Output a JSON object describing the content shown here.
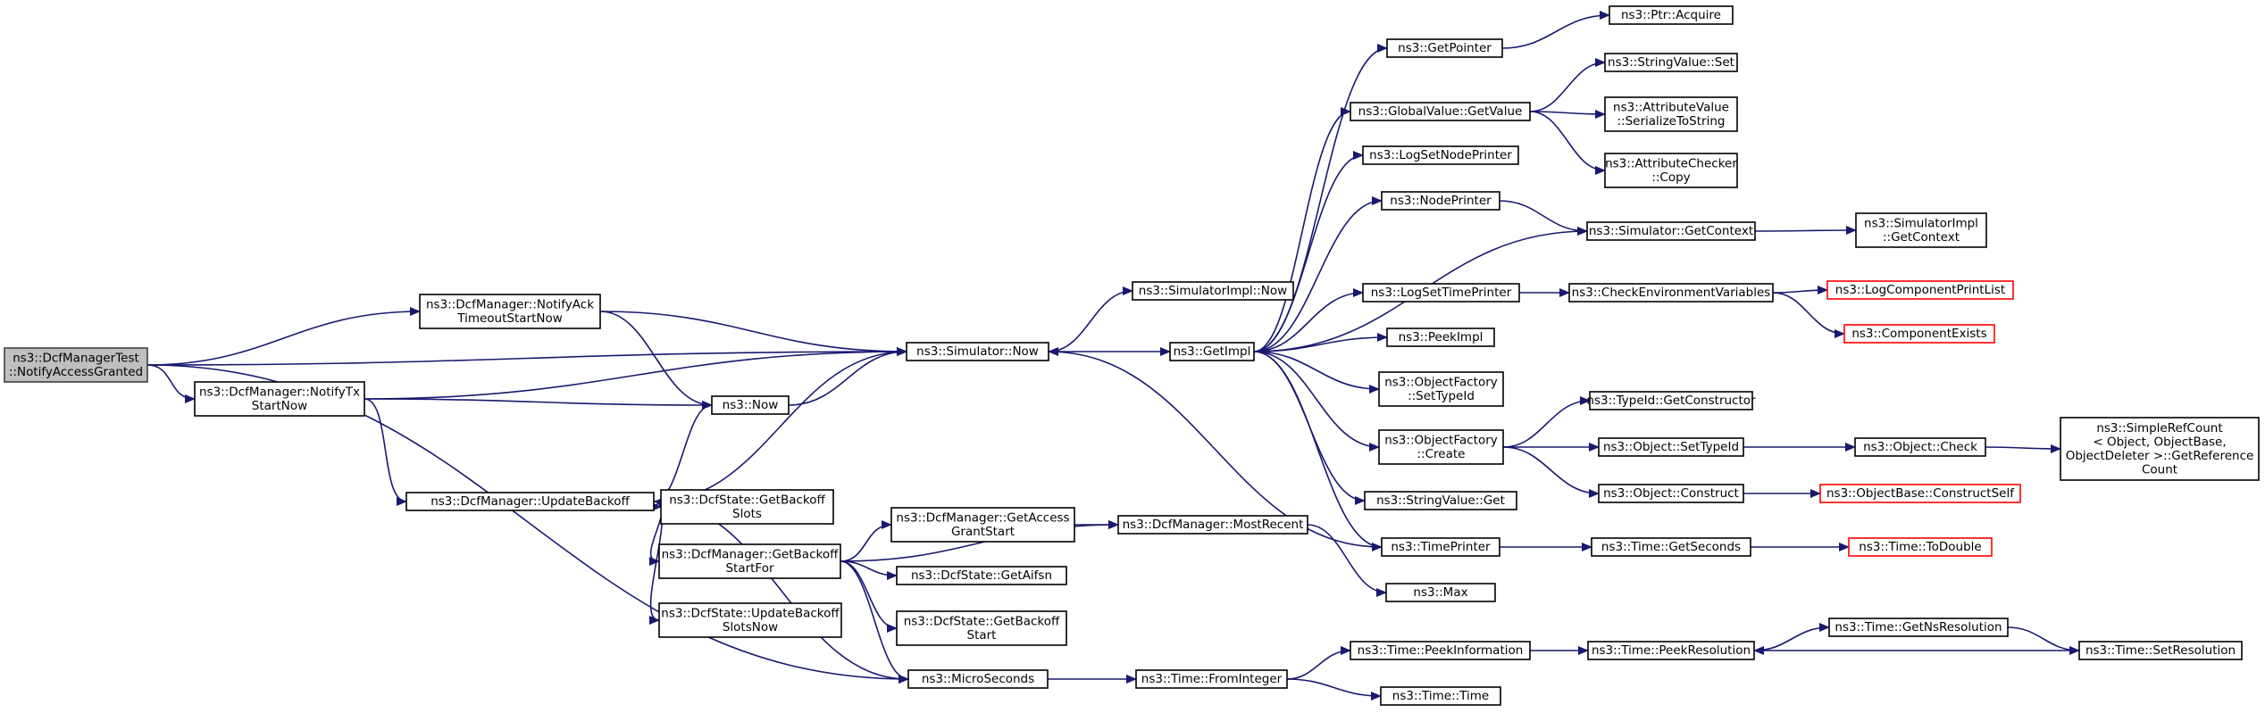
{
  "colors": {
    "edge": "#191970",
    "node_border": "#000000",
    "root_fill": "#bfbfbf",
    "truncated_border": "#ff0000"
  },
  "nodes": [
    {
      "id": "root",
      "lines": [
        "ns3::DcfManagerTest",
        "::NotifyAccessGranted"
      ],
      "style": "root"
    },
    {
      "id": "notifyAck",
      "lines": [
        "ns3::DcfManager::NotifyAck",
        "TimeoutStartNow"
      ]
    },
    {
      "id": "notifyTx",
      "lines": [
        "ns3::DcfManager::NotifyTx",
        "StartNow"
      ]
    },
    {
      "id": "updateBackoff",
      "lines": [
        "ns3::DcfManager::UpdateBackoff"
      ]
    },
    {
      "id": "simNow",
      "lines": [
        "ns3::Simulator::Now"
      ]
    },
    {
      "id": "now",
      "lines": [
        "ns3::Now"
      ]
    },
    {
      "id": "getBackoffSlots",
      "lines": [
        "ns3::DcfState::GetBackoff",
        "Slots"
      ]
    },
    {
      "id": "getBackoffStartFor",
      "lines": [
        "ns3::DcfManager::GetBackoff",
        "StartFor"
      ]
    },
    {
      "id": "updateBackoffSlotsNow",
      "lines": [
        "ns3::DcfState::UpdateBackoff",
        "SlotsNow"
      ]
    },
    {
      "id": "microSeconds",
      "lines": [
        "ns3::MicroSeconds"
      ]
    },
    {
      "id": "getAccessGrantStart",
      "lines": [
        "ns3::DcfManager::GetAccess",
        "GrantStart"
      ]
    },
    {
      "id": "getAifsn",
      "lines": [
        "ns3::DcfState::GetAifsn"
      ]
    },
    {
      "id": "getBackoffStart",
      "lines": [
        "ns3::DcfState::GetBackoff",
        "Start"
      ]
    },
    {
      "id": "mostRecent",
      "lines": [
        "ns3::DcfManager::MostRecent"
      ]
    },
    {
      "id": "simImplNow",
      "lines": [
        "ns3::SimulatorImpl::Now"
      ]
    },
    {
      "id": "getImpl",
      "lines": [
        "ns3::GetImpl"
      ]
    },
    {
      "id": "fromInteger",
      "lines": [
        "ns3::Time::FromInteger"
      ]
    },
    {
      "id": "getPointer",
      "lines": [
        "ns3::GetPointer"
      ]
    },
    {
      "id": "globalValueGet",
      "lines": [
        "ns3::GlobalValue::GetValue"
      ]
    },
    {
      "id": "logSetNodePrinter",
      "lines": [
        "ns3::LogSetNodePrinter"
      ]
    },
    {
      "id": "nodePrinter",
      "lines": [
        "ns3::NodePrinter"
      ]
    },
    {
      "id": "logSetTimePrinter",
      "lines": [
        "ns3::LogSetTimePrinter"
      ]
    },
    {
      "id": "peekImpl",
      "lines": [
        "ns3::PeekImpl"
      ]
    },
    {
      "id": "ofSetTypeId",
      "lines": [
        "ns3::ObjectFactory",
        "::SetTypeId"
      ]
    },
    {
      "id": "ofCreate",
      "lines": [
        "ns3::ObjectFactory",
        "::Create"
      ]
    },
    {
      "id": "stringValueGet",
      "lines": [
        "ns3::StringValue::Get"
      ]
    },
    {
      "id": "timePrinter",
      "lines": [
        "ns3::TimePrinter"
      ]
    },
    {
      "id": "max",
      "lines": [
        "ns3::Max"
      ]
    },
    {
      "id": "peekInformation",
      "lines": [
        "ns3::Time::PeekInformation"
      ]
    },
    {
      "id": "timeTime",
      "lines": [
        "ns3::Time::Time"
      ]
    },
    {
      "id": "ptrAcquire",
      "lines": [
        "ns3::Ptr::Acquire"
      ]
    },
    {
      "id": "stringValueSet",
      "lines": [
        "ns3::StringValue::Set"
      ]
    },
    {
      "id": "avSerialize",
      "lines": [
        "ns3::AttributeValue",
        "::SerializeToString"
      ]
    },
    {
      "id": "acCopy",
      "lines": [
        "ns3::AttributeChecker",
        "::Copy"
      ]
    },
    {
      "id": "simGetContext",
      "lines": [
        "ns3::Simulator::GetContext"
      ]
    },
    {
      "id": "checkEnv",
      "lines": [
        "ns3::CheckEnvironmentVariables"
      ]
    },
    {
      "id": "typeIdGetCtor",
      "lines": [
        "ns3::TypeId::GetConstructor"
      ]
    },
    {
      "id": "objSetTypeId",
      "lines": [
        "ns3::Object::SetTypeId"
      ]
    },
    {
      "id": "objConstruct",
      "lines": [
        "ns3::Object::Construct"
      ]
    },
    {
      "id": "getSeconds",
      "lines": [
        "ns3::Time::GetSeconds"
      ]
    },
    {
      "id": "peekResolution",
      "lines": [
        "ns3::Time::PeekResolution"
      ]
    },
    {
      "id": "simImplGetContext",
      "lines": [
        "ns3::SimulatorImpl",
        "::GetContext"
      ]
    },
    {
      "id": "logCompPrintList",
      "lines": [
        "ns3::LogComponentPrintList"
      ],
      "style": "red"
    },
    {
      "id": "componentExists",
      "lines": [
        "ns3::ComponentExists"
      ],
      "style": "red"
    },
    {
      "id": "objCheck",
      "lines": [
        "ns3::Object::Check"
      ]
    },
    {
      "id": "objBaseConstructSelf",
      "lines": [
        "ns3::ObjectBase::ConstructSelf"
      ],
      "style": "red"
    },
    {
      "id": "toDouble",
      "lines": [
        "ns3::Time::ToDouble"
      ],
      "style": "red"
    },
    {
      "id": "getNsResolution",
      "lines": [
        "ns3::Time::GetNsResolution"
      ]
    },
    {
      "id": "setResolution",
      "lines": [
        "ns3::Time::SetResolution"
      ]
    },
    {
      "id": "getRefCount",
      "lines": [
        "ns3::SimpleRefCount",
        "< Object, ObjectBase,",
        "ObjectDeleter >::GetReference",
        "Count"
      ]
    }
  ],
  "edges": [
    [
      "root",
      "simNow"
    ],
    [
      "root",
      "notifyAck"
    ],
    [
      "root",
      "notifyTx"
    ],
    [
      "root",
      "microSeconds"
    ],
    [
      "notifyAck",
      "simNow"
    ],
    [
      "notifyAck",
      "now"
    ],
    [
      "notifyTx",
      "simNow"
    ],
    [
      "notifyTx",
      "now"
    ],
    [
      "notifyTx",
      "updateBackoff"
    ],
    [
      "updateBackoff",
      "now"
    ],
    [
      "updateBackoff",
      "simNow"
    ],
    [
      "updateBackoff",
      "getBackoffSlots"
    ],
    [
      "updateBackoff",
      "getBackoffStartFor"
    ],
    [
      "updateBackoff",
      "updateBackoffSlotsNow"
    ],
    [
      "updateBackoff",
      "microSeconds"
    ],
    [
      "getBackoffStartFor",
      "getAccessGrantStart"
    ],
    [
      "getBackoffStartFor",
      "mostRecent"
    ],
    [
      "getBackoffStartFor",
      "getAifsn"
    ],
    [
      "getBackoffStartFor",
      "getBackoffStart"
    ],
    [
      "getBackoffStartFor",
      "microSeconds"
    ],
    [
      "getAccessGrantStart",
      "mostRecent"
    ],
    [
      "mostRecent",
      "max"
    ],
    [
      "now",
      "simNow"
    ],
    [
      "simNow",
      "simImplNow"
    ],
    [
      "simNow",
      "getImpl"
    ],
    [
      "microSeconds",
      "fromInteger"
    ],
    [
      "fromInteger",
      "peekInformation"
    ],
    [
      "fromInteger",
      "timeTime"
    ],
    [
      "peekInformation",
      "peekResolution"
    ],
    [
      "peekResolution",
      "getNsResolution"
    ],
    [
      "getNsResolution",
      "setResolution"
    ],
    [
      "setResolution",
      "peekResolution"
    ],
    [
      "getImpl",
      "getPointer"
    ],
    [
      "getImpl",
      "globalValueGet"
    ],
    [
      "getImpl",
      "logSetNodePrinter"
    ],
    [
      "getImpl",
      "nodePrinter"
    ],
    [
      "getImpl",
      "simGetContext"
    ],
    [
      "getImpl",
      "logSetTimePrinter"
    ],
    [
      "getImpl",
      "peekImpl"
    ],
    [
      "getImpl",
      "ofSetTypeId"
    ],
    [
      "getImpl",
      "ofCreate"
    ],
    [
      "getImpl",
      "stringValueGet"
    ],
    [
      "getImpl",
      "timePrinter"
    ],
    [
      "getPointer",
      "ptrAcquire"
    ],
    [
      "globalValueGet",
      "stringValueSet"
    ],
    [
      "globalValueGet",
      "avSerialize"
    ],
    [
      "globalValueGet",
      "acCopy"
    ],
    [
      "nodePrinter",
      "simGetContext"
    ],
    [
      "simGetContext",
      "simImplGetContext"
    ],
    [
      "logSetTimePrinter",
      "checkEnv"
    ],
    [
      "checkEnv",
      "logCompPrintList"
    ],
    [
      "checkEnv",
      "componentExists"
    ],
    [
      "ofCreate",
      "typeIdGetCtor"
    ],
    [
      "ofCreate",
      "objSetTypeId"
    ],
    [
      "ofCreate",
      "objConstruct"
    ],
    [
      "objSetTypeId",
      "objCheck"
    ],
    [
      "objCheck",
      "getRefCount"
    ],
    [
      "objConstruct",
      "objBaseConstructSelf"
    ],
    [
      "timePrinter",
      "simNow"
    ],
    [
      "timePrinter",
      "getSeconds"
    ],
    [
      "getSeconds",
      "toDouble"
    ]
  ]
}
